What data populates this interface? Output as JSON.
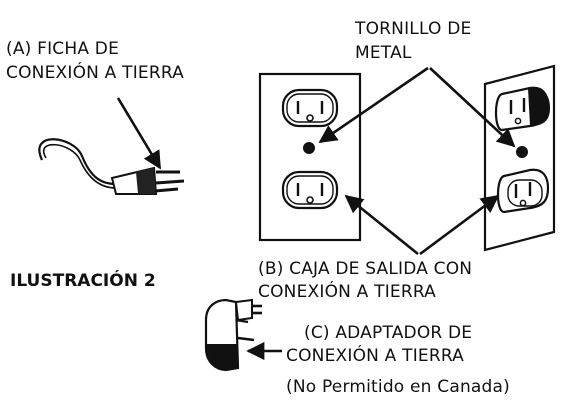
{
  "labels": {
    "plug_line1": "(A)  FICHA DE",
    "plug_line2": "CONEXIÓN A TIERRA",
    "screw_line1": "TORNILLO DE",
    "screw_line2": "METAL",
    "box_line1": "(B)  CAJA DE SALIDA CON",
    "box_line2": "CONEXIÓN A TIERRA",
    "figure_title": "ILUSTRACIÓN 2",
    "adapter_line1": "(C)  ADAPTADOR DE",
    "adapter_line2": "CONEXIÓN A TIERRA",
    "note": "(No Permitido en Canada)"
  },
  "colors": {
    "ink": "#111111",
    "paper": "#ffffff"
  }
}
